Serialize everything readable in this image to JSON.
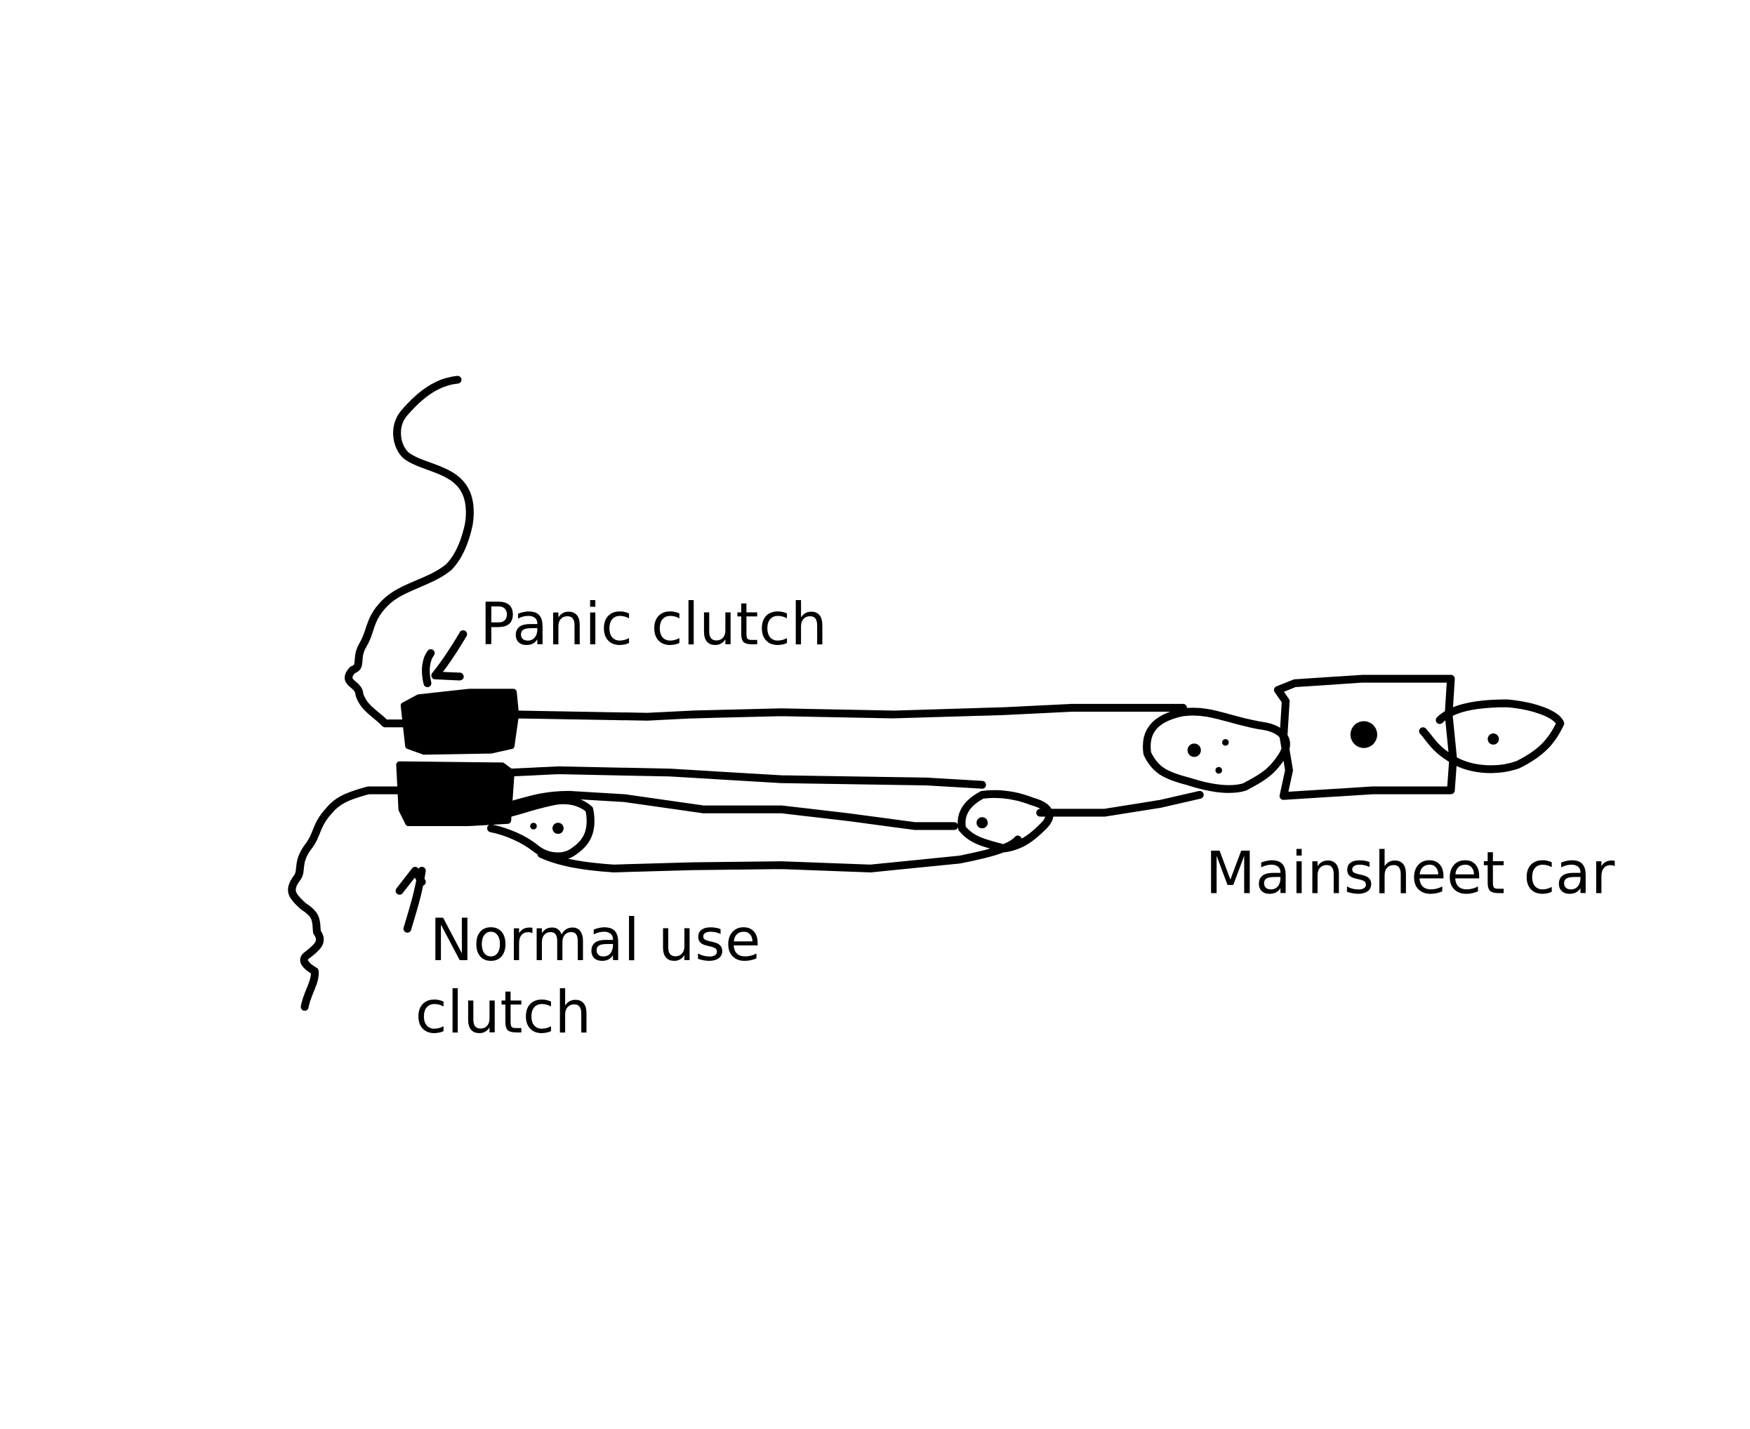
{
  "diagram": {
    "labels": {
      "panic_clutch": "Panic clutch",
      "normal_use_line1": "Normal use",
      "normal_use_line2": "clutch",
      "mainsheet_car": "Mainsheet car"
    },
    "colors": {
      "ink": "#000000",
      "background": "#ffffff"
    }
  }
}
